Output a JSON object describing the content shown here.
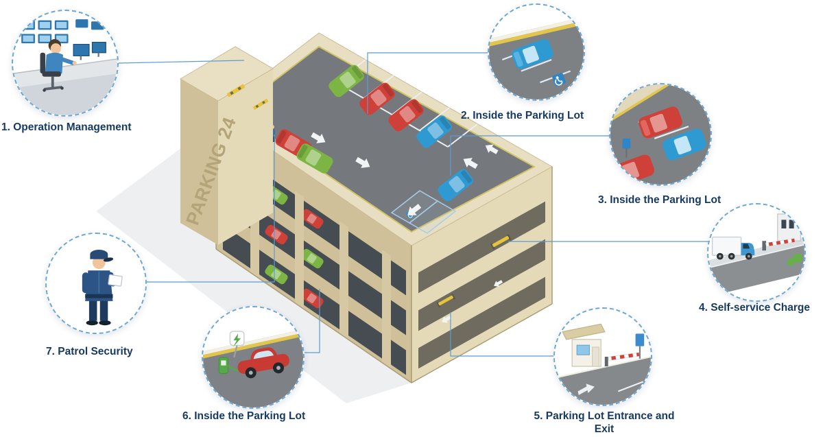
{
  "diagram": {
    "building": {
      "sign": "PARKING 24"
    },
    "callouts": [
      {
        "label": "1. Operation Management"
      },
      {
        "label": "2. Inside the Parking Lot"
      },
      {
        "label": "3. Inside the Parking Lot"
      },
      {
        "label": "4. Self-service Charge"
      },
      {
        "label": "5. Parking Lot Entrance and Exit"
      },
      {
        "label": "6. Inside the Parking Lot"
      },
      {
        "label": "7. Patrol Security"
      }
    ],
    "colors": {
      "label_text": "#173a63",
      "callout_border": "#6aa6d6",
      "connector": "#5b9bd5",
      "building_wall": "#cfc09a",
      "building_wall_light": "#e4dab8",
      "roof_deck": "#75797d",
      "car_red": "#ce4038",
      "car_green": "#7db544",
      "car_blue": "#2f9ad2",
      "accent_yellow": "#e7c33b"
    }
  }
}
